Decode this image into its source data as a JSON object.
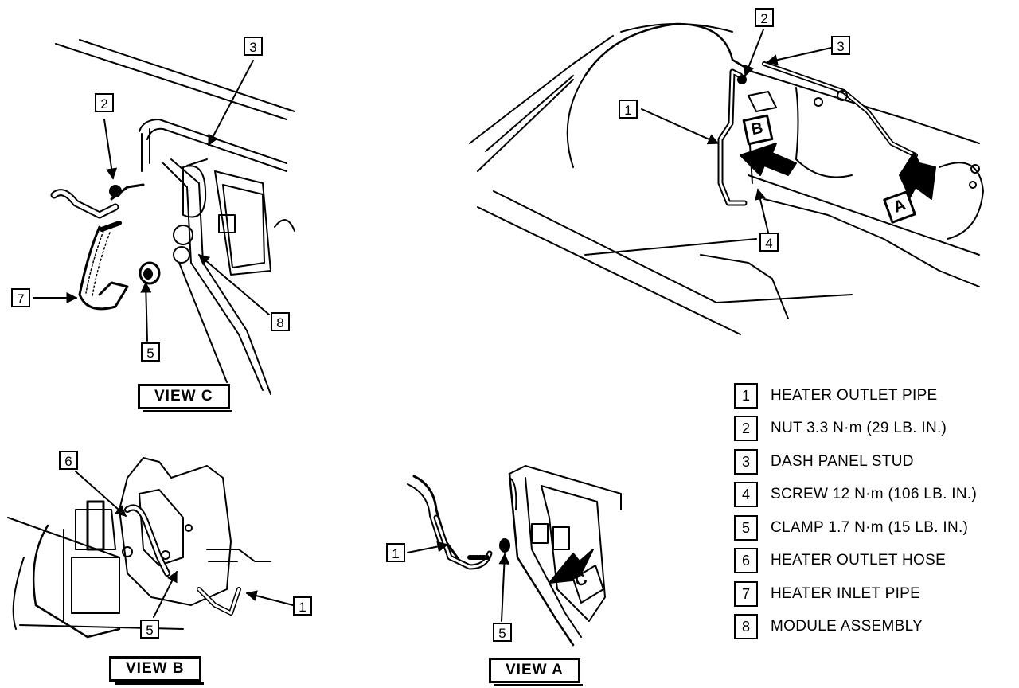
{
  "views": {
    "view_c": "VIEW C",
    "view_b": "VIEW B",
    "view_a": "VIEW A"
  },
  "main_view": {
    "label_b": "B",
    "label_a": "A"
  },
  "view_a": {
    "label_c": "C"
  },
  "callouts": {
    "view_c": [
      "3",
      "2",
      "7",
      "5",
      "8"
    ],
    "view_b": [
      "6",
      "5",
      "1"
    ],
    "view_a": [
      "1",
      "5"
    ],
    "main": [
      "2",
      "3",
      "1",
      "4"
    ]
  },
  "legend": [
    {
      "num": "1",
      "text": "HEATER OUTLET PIPE"
    },
    {
      "num": "2",
      "text": "NUT 3.3 N·m (29 LB. IN.)"
    },
    {
      "num": "3",
      "text": "DASH PANEL STUD"
    },
    {
      "num": "4",
      "text": "SCREW 12 N·m (106 LB. IN.)"
    },
    {
      "num": "5",
      "text": "CLAMP 1.7 N·m (15 LB. IN.)"
    },
    {
      "num": "6",
      "text": "HEATER OUTLET HOSE"
    },
    {
      "num": "7",
      "text": "HEATER INLET PIPE"
    },
    {
      "num": "8",
      "text": "MODULE ASSEMBLY"
    }
  ]
}
